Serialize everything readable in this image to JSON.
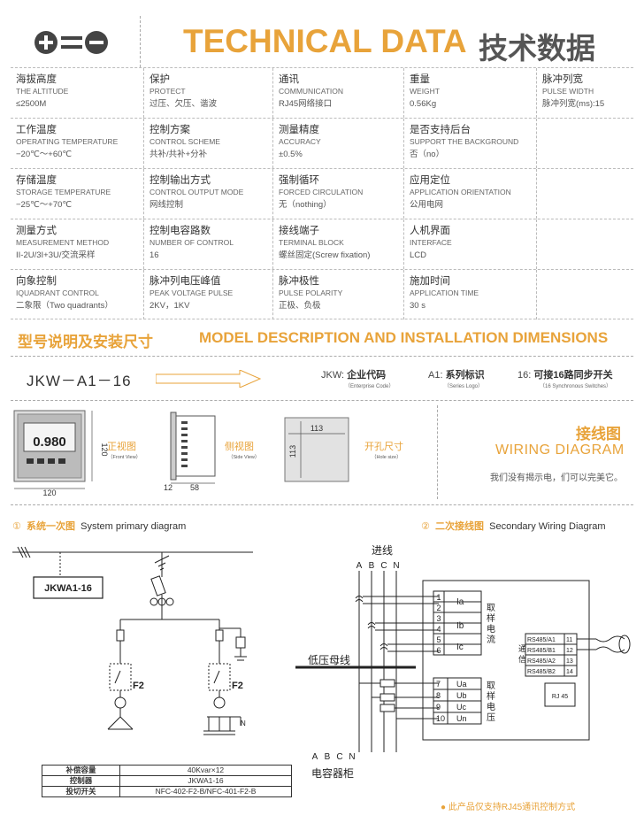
{
  "header": {
    "title_en": "TECHNICAL DATA",
    "title_cn": "技术数据"
  },
  "specs": [
    [
      {
        "cn": "海拔高度",
        "en": "THE ALTITUDE",
        "val": "≤2500M"
      },
      {
        "cn": "保护",
        "en": "PROTECT",
        "val": "过压、欠压、谐波"
      },
      {
        "cn": "通讯",
        "en": "COMMUNICATION",
        "val": "RJ45网络接口"
      },
      {
        "cn": "重量",
        "en": "WEIGHT",
        "val": "0.56Kg"
      },
      {
        "cn": "脉冲列宽",
        "en": "PULSE WIDTH",
        "val": "脉冲列宽(ms):15"
      }
    ],
    [
      {
        "cn": "工作温度",
        "en": "OPERATING TEMPERATURE",
        "val": "−20℃～+60℃"
      },
      {
        "cn": "控制方案",
        "en": "CONTROL SCHEME",
        "val": "共补/共补+分补"
      },
      {
        "cn": "测量精度",
        "en": "ACCURACY",
        "val": "±0.5%"
      },
      {
        "cn": "是否支持后台",
        "en": "SUPPORT THE BACKGROUND",
        "val": "否（no）"
      },
      {
        "cn": "",
        "en": "",
        "val": ""
      }
    ],
    [
      {
        "cn": "存储温度",
        "en": "STORAGE TEMPERATURE",
        "val": "−25℃～+70℃"
      },
      {
        "cn": "控制输出方式",
        "en": "CONTROL OUTPUT MODE",
        "val": "网线控制"
      },
      {
        "cn": "强制循环",
        "en": "FORCED CIRCULATION",
        "val": "无（nothing）"
      },
      {
        "cn": "应用定位",
        "en": "APPLICATION ORIENTATION",
        "val": "公用电网"
      },
      {
        "cn": "",
        "en": "",
        "val": ""
      }
    ],
    [
      {
        "cn": "测量方式",
        "en": "MEASUREMENT METHOD",
        "val": "II-2U/3I+3U/交流采样"
      },
      {
        "cn": "控制电容路数",
        "en": "NUMBER OF CONTROL",
        "val": "16"
      },
      {
        "cn": "接线端子",
        "en": "TERMINAL BLOCK",
        "val": "螺丝固定(Screw fixation)"
      },
      {
        "cn": "人机界面",
        "en": "INTERFACE",
        "val": "LCD"
      },
      {
        "cn": "",
        "en": "",
        "val": ""
      }
    ],
    [
      {
        "cn": "向象控制",
        "en": "IQUADRANT CONTROL",
        "val": "二象限（Two quadrants）"
      },
      {
        "cn": "脉冲列电压峰值",
        "en": "PEAK VOLTAGE PULSE",
        "val": "2KV，1KV"
      },
      {
        "cn": "脉冲极性",
        "en": "PULSE POLARITY",
        "val": "正极、负极"
      },
      {
        "cn": "施加时间",
        "en": "APPLICATION TIME",
        "val": "30 s"
      },
      {
        "cn": "",
        "en": "",
        "val": ""
      }
    ]
  ],
  "section_model": {
    "title_cn": "型号说明及安装尺寸",
    "title_en": "MODEL DESCRIPTION AND INSTALLATION DIMENSIONS",
    "model": "JKW－A1－16",
    "tag1_key": "JKW:",
    "tag1": "企业代码",
    "tag1_sub": "（Enterprise Code）",
    "tag2_key": "A1:",
    "tag2": "系列标识",
    "tag2_sub": "（Series Logo）",
    "tag3_key": "16:",
    "tag3": "可接16路同步开关",
    "tag3_sub": "（16 Synchronous Switches）"
  },
  "views": {
    "front_cn": "正视图",
    "front_en": "（Front View）",
    "side_cn": "侧视图",
    "side_en": "（Side View）",
    "hole_cn": "开孔尺寸",
    "hole_en": "（Hole size）",
    "dim_120w": "120",
    "dim_120h": "120",
    "dim_12": "12",
    "dim_58": "58",
    "dim_113w": "113",
    "dim_113h": "113",
    "display": "0.980"
  },
  "wiring": {
    "title_cn": "接线图",
    "title_en": "WIRING DIAGRAM",
    "note": "我们没有揭示电，们可以完美它。"
  },
  "primary": {
    "num": "①",
    "title_cn": "系统一次图",
    "title_en": "System primary diagram",
    "box_label": "JKWA1-16",
    "f2_a": "F2",
    "f2_b": "F2",
    "n_label": "N",
    "table": [
      {
        "k": "补偿容量",
        "v": "40Kvar×12"
      },
      {
        "k": "控制器",
        "v": "JKWA1-16"
      },
      {
        "k": "投切开关",
        "v": "NFC-402-F2-B/NFC-401-F2-B"
      }
    ]
  },
  "secondary": {
    "num": "②",
    "title_cn": "二次接线图",
    "title_en": "Secondary Wiring Diagram",
    "incoming": "进线",
    "phases_top": [
      "A",
      "B",
      "C",
      "N"
    ],
    "busbar": "低压母线",
    "phases_bottom": [
      "A",
      "B",
      "C",
      "N"
    ],
    "cabinet": "电容器柜",
    "terminals_i": [
      "1",
      "2",
      "3",
      "4",
      "5",
      "6"
    ],
    "currents": [
      "Ia",
      "Ib",
      "Ic"
    ],
    "current_label": [
      "取",
      "样",
      "电",
      "流"
    ],
    "terminals_u": [
      "7",
      "8",
      "9",
      "10"
    ],
    "voltages": [
      "Ua",
      "Ub",
      "Uc",
      "Un"
    ],
    "voltage_label": [
      "取",
      "样",
      "电",
      "压"
    ],
    "comm_label": [
      "通",
      "信"
    ],
    "rs485": [
      "RS485/A1",
      "RS485/B1",
      "RS485/A2",
      "RS485/B2"
    ],
    "rs_terms": [
      "11",
      "12",
      "13",
      "14"
    ],
    "rj45": "RJ 45",
    "footnote": "● 此产品仅支持RJ45通讯控制方式"
  }
}
